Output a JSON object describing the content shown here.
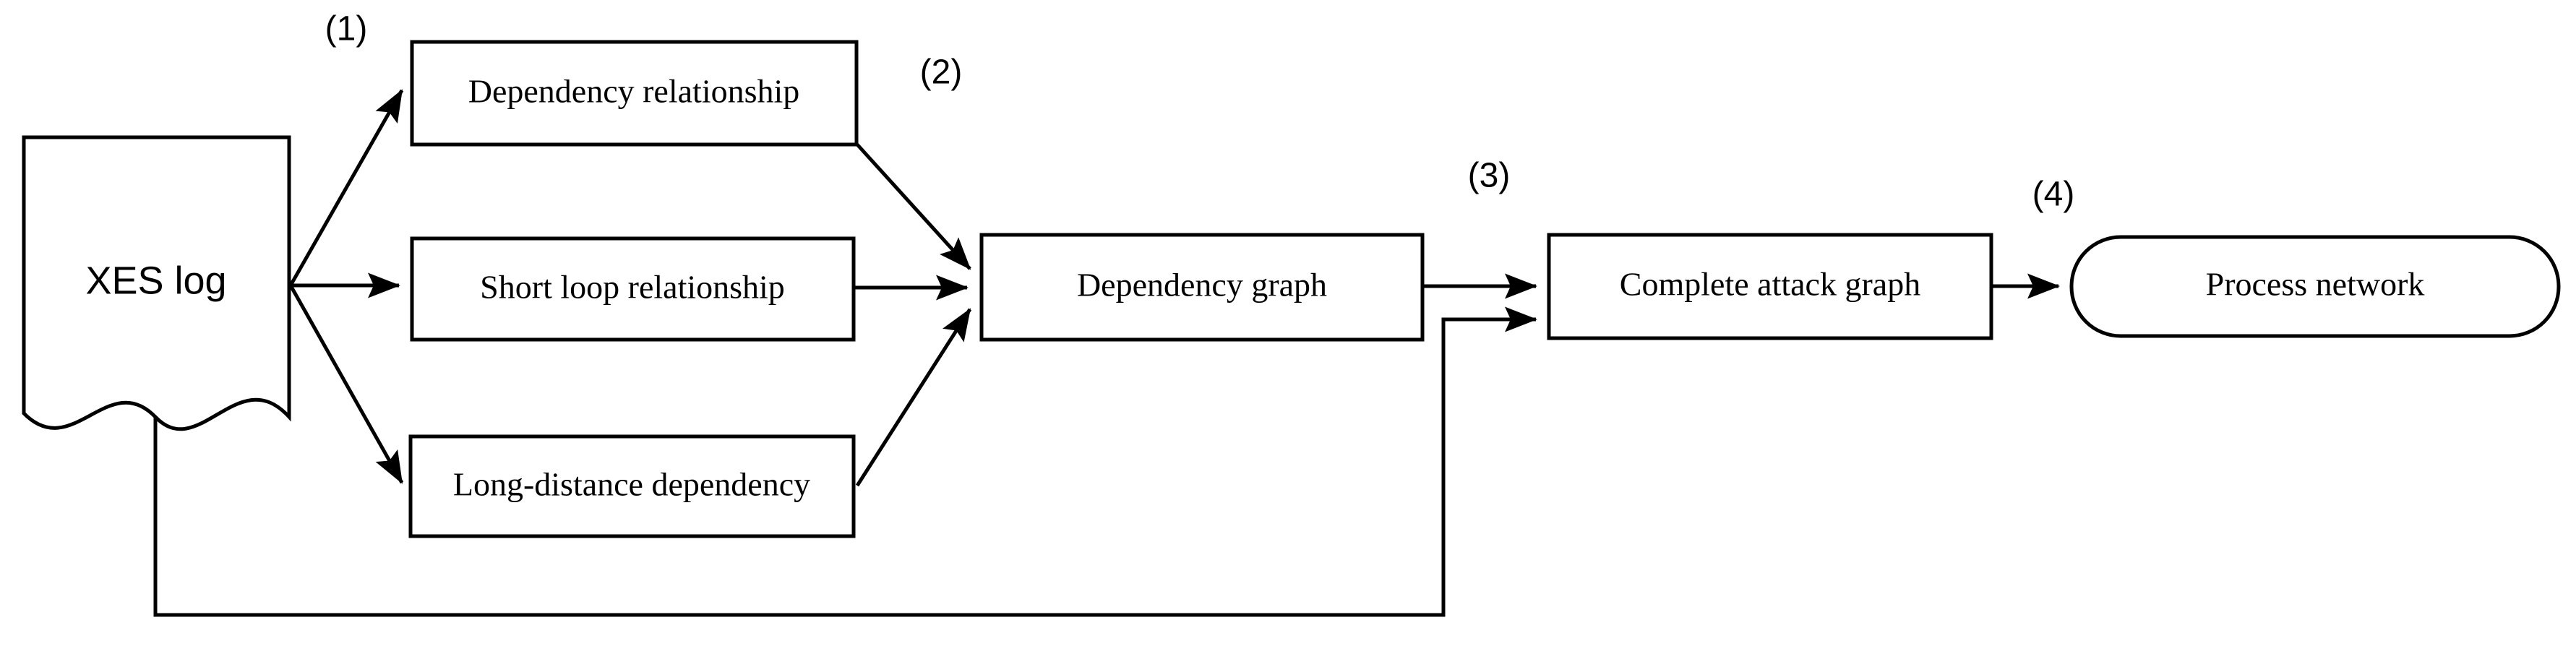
{
  "diagram": {
    "title": "XES log to process network pipeline",
    "background_color": "#ffffff",
    "stroke_color": "#000000",
    "nodes": {
      "xes_log": {
        "label": "XES log",
        "shape": "document"
      },
      "dependency_relationship": {
        "label": "Dependency relationship",
        "shape": "rectangle"
      },
      "short_loop_relationship": {
        "label": "Short loop relationship",
        "shape": "rectangle"
      },
      "long_distance_dependency": {
        "label": "Long-distance dependency",
        "shape": "rectangle"
      },
      "dependency_graph": {
        "label": "Dependency graph",
        "shape": "rectangle"
      },
      "complete_attack_graph": {
        "label": "Complete attack graph",
        "shape": "rectangle"
      },
      "process_network": {
        "label": "Process network",
        "shape": "stadium"
      }
    },
    "step_labels": {
      "step1": "(1)",
      "step2": "(2)",
      "step3": "(3)",
      "step4": "(4)"
    },
    "edges": [
      {
        "from": "xes_log",
        "to": "dependency_relationship",
        "step": "(1)"
      },
      {
        "from": "xes_log",
        "to": "short_loop_relationship",
        "step": ""
      },
      {
        "from": "xes_log",
        "to": "long_distance_dependency",
        "step": ""
      },
      {
        "from": "dependency_relationship",
        "to": "dependency_graph",
        "step": "(2)"
      },
      {
        "from": "short_loop_relationship",
        "to": "dependency_graph",
        "step": ""
      },
      {
        "from": "long_distance_dependency",
        "to": "dependency_graph",
        "step": ""
      },
      {
        "from": "dependency_graph",
        "to": "complete_attack_graph",
        "step": "(3)"
      },
      {
        "from": "xes_log",
        "to": "complete_attack_graph",
        "step": ""
      },
      {
        "from": "complete_attack_graph",
        "to": "process_network",
        "step": "(4)"
      }
    ]
  }
}
